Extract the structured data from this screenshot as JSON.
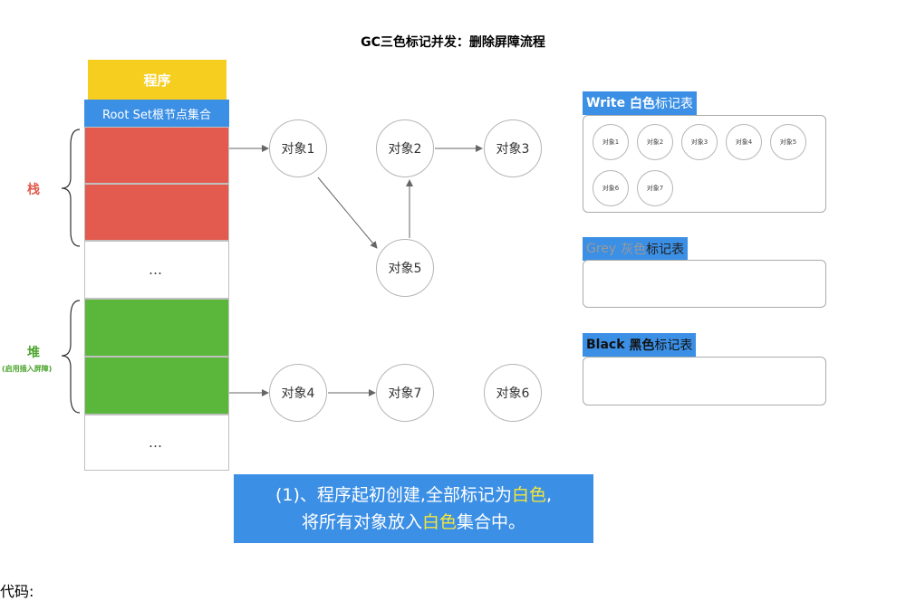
{
  "title": "GC三色标记并发：删除屏障流程",
  "stack": {
    "program_label": "程序",
    "root_set_label": "Root Set根节点集合",
    "stack_label": "栈",
    "heap_label": "堆",
    "heap_note": "(启用插入屏障)",
    "ellipsis": "…"
  },
  "nodes": {
    "obj1": "对象1",
    "obj2": "对象2",
    "obj3": "对象3",
    "obj5": "对象5",
    "obj4": "对象4",
    "obj7": "对象7",
    "obj6": "对象6"
  },
  "tables": {
    "white": {
      "label_en": "Write",
      "label_color": "白色",
      "label_suffix": "标记表",
      "items": [
        "对象1",
        "对象2",
        "对象3",
        "对象4",
        "对象5",
        "对象6",
        "对象7"
      ]
    },
    "grey": {
      "label_en": "Grey",
      "label_color": "灰色",
      "label_suffix": "标记表"
    },
    "black": {
      "label_en": "Black",
      "label_color": "黑色",
      "label_suffix": "标记表"
    }
  },
  "caption": {
    "line1_a": "(1)、程序起初创建,全部标记为",
    "line1_hl": "白色",
    "line1_b": ",",
    "line2_a": "将所有对象放入",
    "line2_hl": "白色",
    "line2_b": "集合中。"
  },
  "footer": "代码:",
  "colors": {
    "yellow": "#f5ce1f",
    "blue": "#3b8fe5",
    "red": "#e35a4e",
    "green": "#5bb73c",
    "highlight": "#f5e63a"
  }
}
